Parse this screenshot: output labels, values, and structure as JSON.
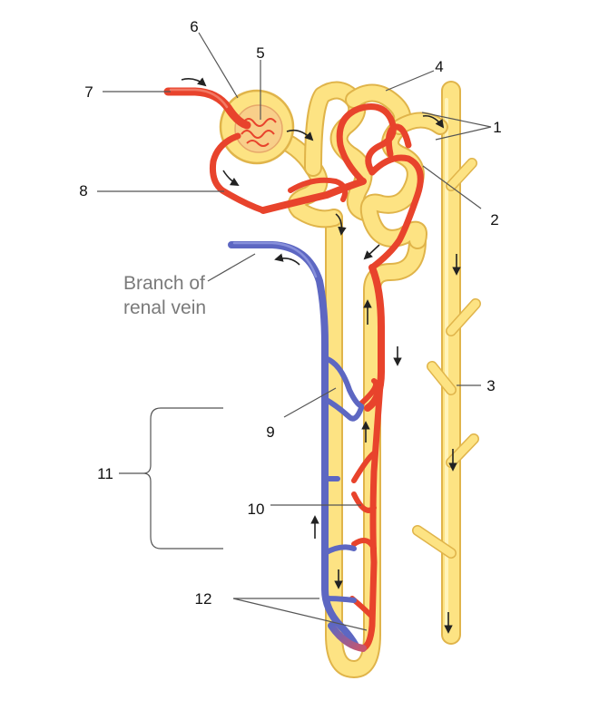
{
  "labels": {
    "l1": "1",
    "l2": "2",
    "l3": "3",
    "l4": "4",
    "l5": "5",
    "l6": "6",
    "l7": "7",
    "l8": "8",
    "l9": "9",
    "l10": "10",
    "l11": "11",
    "l12": "12",
    "branch_line1": "Branch of",
    "branch_line2": "renal vein"
  },
  "colors": {
    "tubule": "#fde383",
    "tubule_edge": "#e0b44a",
    "artery": "#e8432c",
    "vein": "#5d67c2"
  }
}
